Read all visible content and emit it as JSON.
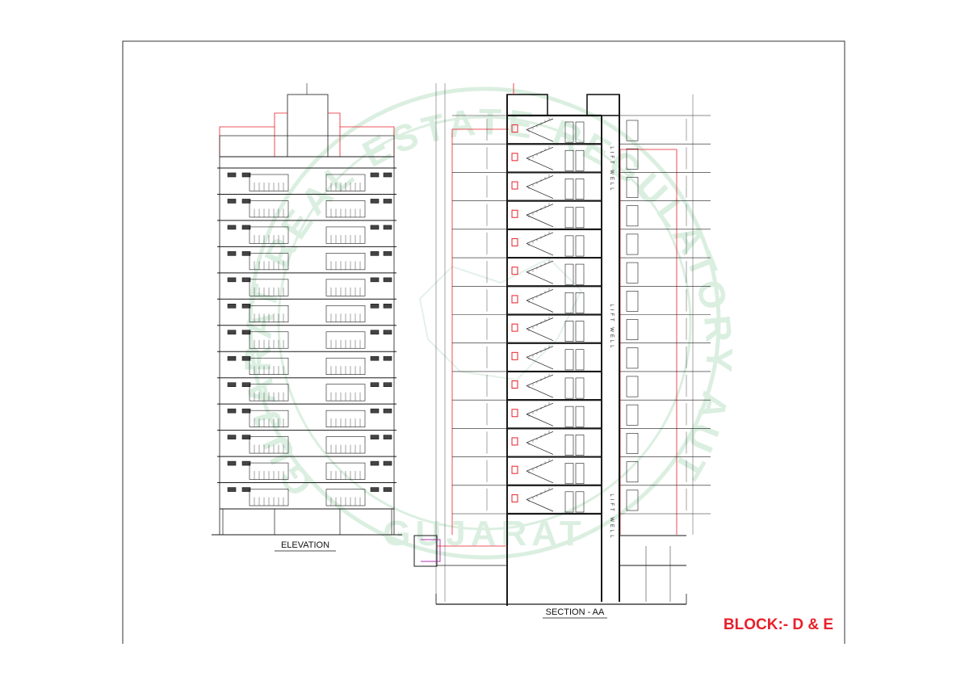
{
  "drawing": {
    "elevation_title": "ELEVATION",
    "section_title": "SECTION - AA",
    "block_label": "BLOCK:- D & E",
    "lift_well_label": "LIFT WELL",
    "stamp_text": "GUJARAT REAL ESTATE REGULATORY AUTHORITY",
    "stamp_short": "GUJARAT",
    "floors": 14,
    "colors": {
      "line": "#1a1a1a",
      "red": "#e8202a",
      "stamp": "#b8e0c4",
      "block_label": "#e8202a"
    }
  }
}
